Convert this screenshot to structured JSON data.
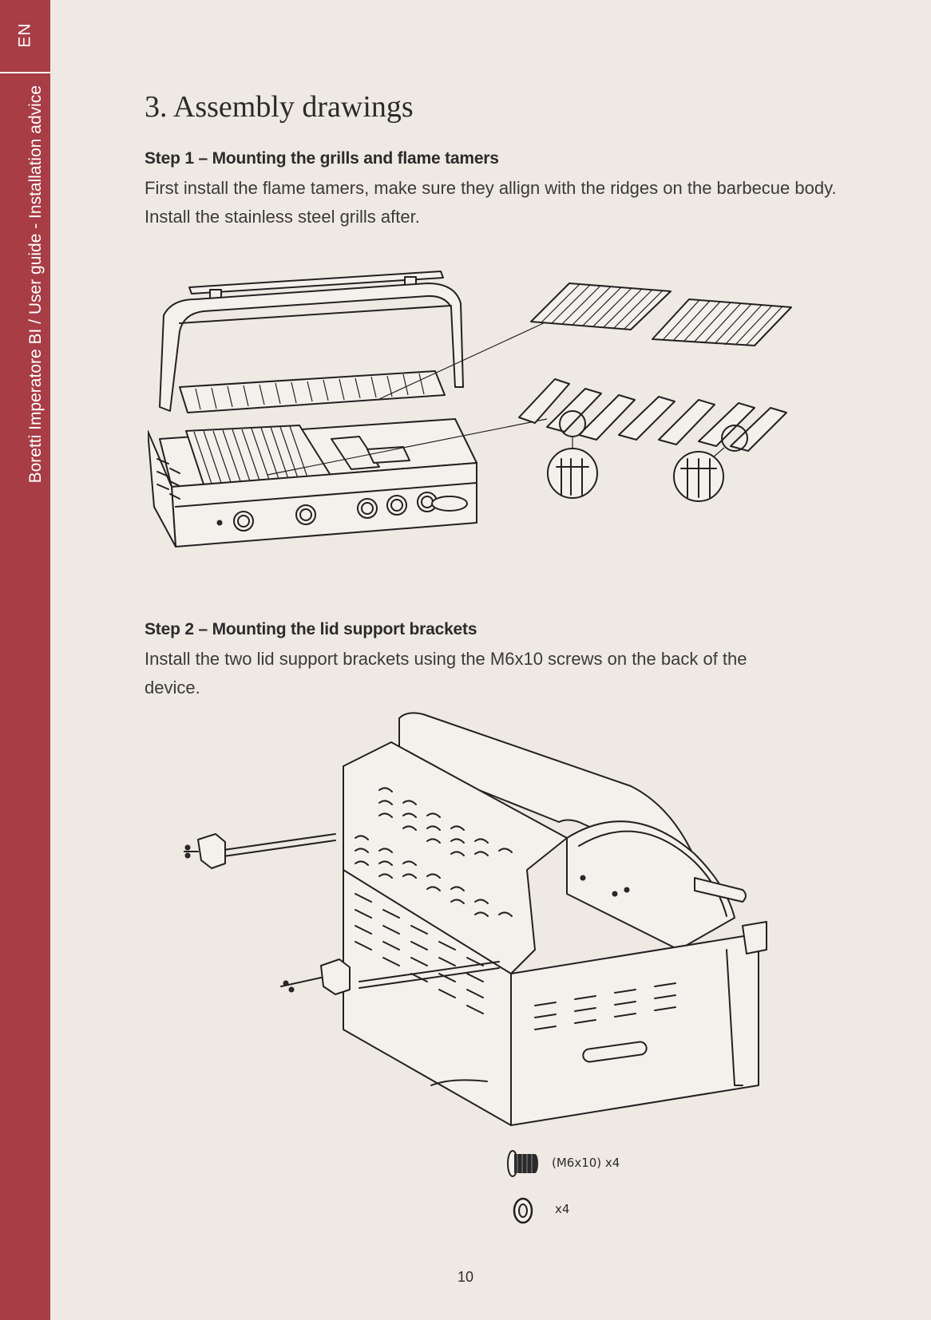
{
  "sidebar": {
    "lang_code": "EN",
    "document_title": "Boretti Imperatore BI / User guide - Installation advice",
    "accent_color": "#a83d46"
  },
  "page": {
    "section_title": "3. Assembly drawings",
    "page_number": "10",
    "background_color": "#efe9e3"
  },
  "step1": {
    "heading": "Step 1 – Mounting the grills and flame tamers",
    "text": "First install the flame tamers, make sure they allign with the ridges on the barbecue body. Install the stainless steel grills after."
  },
  "step2": {
    "heading": "Step 2 – Mounting the lid support brackets",
    "text": "Install the two lid support brackets using the M6x10 screws on the back of the device."
  },
  "parts": {
    "screw": {
      "label": "(M6x10) x4",
      "icon": "screw-icon"
    },
    "washer": {
      "label": "x4",
      "icon": "washer-icon"
    }
  }
}
